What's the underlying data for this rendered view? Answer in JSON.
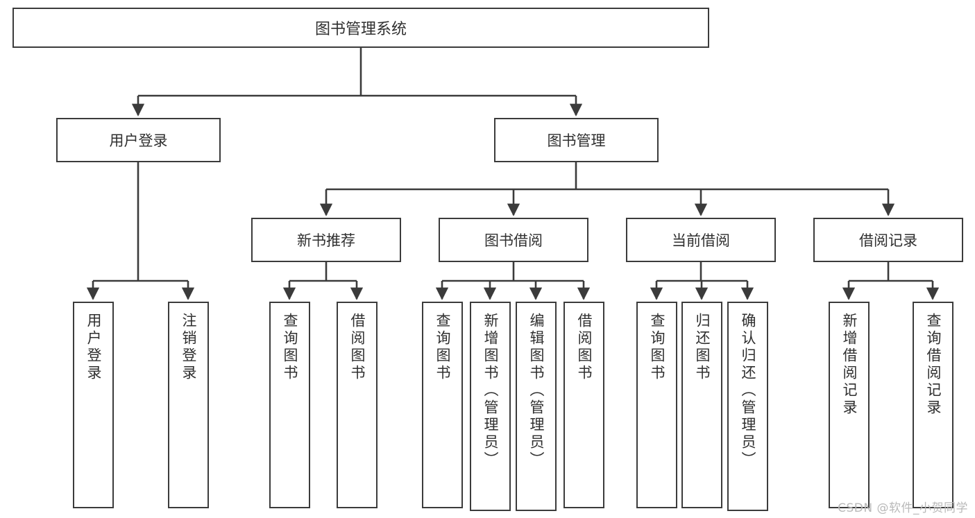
{
  "diagram": {
    "title": "图书管理系统",
    "root": {
      "label": "图书管理系统"
    },
    "level1": [
      {
        "label": "用户登录"
      },
      {
        "label": "图书管理"
      }
    ],
    "level2": [
      {
        "label": "新书推荐"
      },
      {
        "label": "图书借阅"
      },
      {
        "label": "当前借阅"
      },
      {
        "label": "借阅记录"
      }
    ],
    "leaves": [
      {
        "label": "用户登录"
      },
      {
        "label": "注销登录"
      },
      {
        "label": "查询图书"
      },
      {
        "label": "借阅图书"
      },
      {
        "label": "查询图书"
      },
      {
        "label": "新增图书（管理员）"
      },
      {
        "label": "编辑图书（管理员）"
      },
      {
        "label": "借阅图书"
      },
      {
        "label": "查询图书"
      },
      {
        "label": "归还图书"
      },
      {
        "label": "确认归还（管理员）"
      },
      {
        "label": "新增借阅记录"
      },
      {
        "label": "查询借阅记录"
      }
    ],
    "watermark": "CSDN @软件_小贺同学",
    "colors": {
      "stroke": "#3b3b3b",
      "text": "#2f2f2f",
      "background": "#ffffff",
      "watermark": "#b9b9b9"
    }
  }
}
